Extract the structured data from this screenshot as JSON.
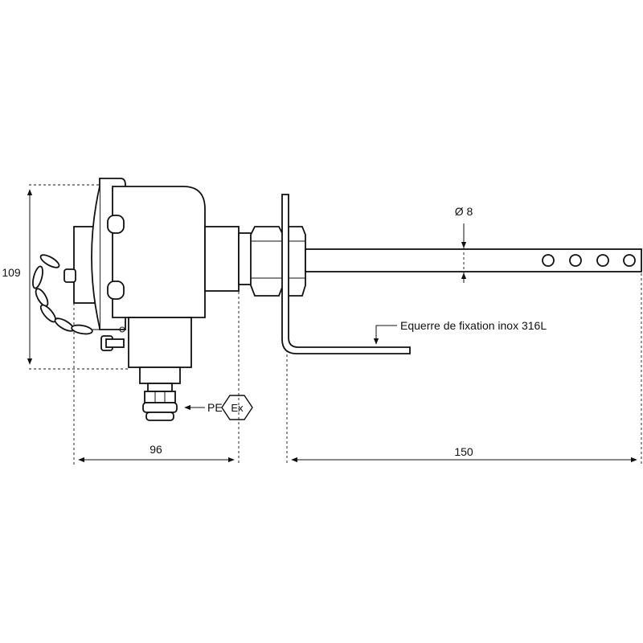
{
  "dimensions": {
    "height": "109",
    "width_head": "96",
    "length_probe": "150",
    "diameter": "Ø 8"
  },
  "labels": {
    "bracket": "Equerre de fixation inox 316L",
    "pe": "PE",
    "ex_mark": "Ex"
  }
}
